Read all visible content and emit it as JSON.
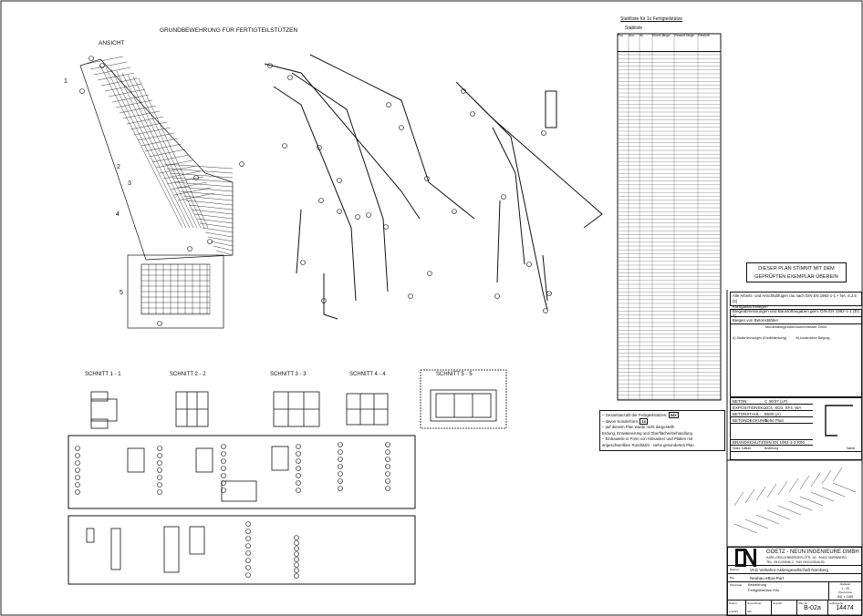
{
  "drawing": {
    "title": "GRUNDBEWEHRUNG FÜR FERTIGTEILSTÜTZEN",
    "view_label": "ANSICHT",
    "sections": [
      "SCHNITT 1 - 1",
      "SCHNITT 2 - 2",
      "SCHNITT 3 - 3",
      "SCHNITT 4 - 4",
      "SCHNITT 5 - 5"
    ],
    "section_marks": [
      "1",
      "2",
      "3",
      "4",
      "5"
    ]
  },
  "bar_list": {
    "title": "Stahlliste für 1x Fertigteilstütze",
    "subtitle": "Stabliste",
    "headers": [
      "Pos",
      "Anz.",
      "ds",
      "Einzel-länge",
      "Gesamt-länge",
      "Gewicht"
    ],
    "units": [
      "",
      "",
      "[mm]",
      "[m]",
      "[m]",
      "[kg]"
    ]
  },
  "notes": {
    "items": [
      "Gesamtanzahl der Fertigteilstützen:",
      "davon Sonderform:",
      "auf diesem Plan wurde nicht dargestellt:",
      "Erdung, Entwässerung und Oberflächenbehandlung",
      "Einbauteile in Form von Hülsanker und Platten mit",
      "angeschweißten Rundstahl - siehe gesonderten Plan"
    ],
    "count_total": "44x",
    "count_special": "1x"
  },
  "right_panel": {
    "stamp": [
      "DIESER PLAN STIMMT MIT DEM",
      "GEPRÜFTEN EXEMPLAR ÜBEREIN"
    ],
    "note1": "Alle Arbeits- und Anschlußfugen rau nach DIN EN 1992-1-1 + NA, 6.2.5 (2)",
    "note1b": "Kornganlat freilegen",
    "note2": "Biegeabmessungen und Baustoffangaben gem. DIN EN 1992-1-1 (EC 2)",
    "note3": "Biegen von Betonstählen",
    "note4": "Mindestbiegerollendurchmesser Dmin",
    "sub_a": "A) Stabkrümmungen (Konfliktlenkung)",
    "sub_b": "B) konstruktive Biegung",
    "materials": [
      [
        "BETON:",
        "C 30/37 (LP)"
      ],
      [
        "EXPOSITIONSKL.:",
        "XC4, XD3, XF4, WA"
      ],
      [
        "BETONSTAHL:",
        "B500 (A)"
      ],
      [
        "BETONDECKUNG:",
        "siehe Plan"
      ]
    ],
    "fire": [
      "BRANDSCHUTZ:",
      "DIN EN 1992-1-2   R90"
    ],
    "rev_headers": [
      "Index",
      "Datum",
      "Änderung",
      "Name"
    ]
  },
  "title_block": {
    "company": "GOETZ - NEUN INGENIEURE GMBH",
    "address": "KARL-GRILLENBERGER-STR. 1A · 90402 NÜRNBERG",
    "phone": "TEL. 0911/20546-0 · FAX 0911/20546-50",
    "client_label": "Bauherr",
    "client": "VAG Verkehrs-Aktiengesellschaft Nürnberg",
    "project_label": "Bau",
    "project": "Neubau eBus-Port",
    "content_label": "Planinhalt",
    "content1": "Bewehrung",
    "content2": "Fertigteilstütze H4s",
    "scale_label": "Maßstab",
    "scale": "1 : 20",
    "format_label": "Planformat",
    "format": "841 x 1189",
    "date_label": "Datum",
    "date": "1/12/23",
    "drawn_label": "Gezeichnet",
    "drawn": "AW",
    "checked_label": "Geprüft",
    "plan_no_label": "Plan-Nr.",
    "plan_no": "B-02a",
    "order_label": "Auftrags-Nr.",
    "order_no": "14474"
  }
}
